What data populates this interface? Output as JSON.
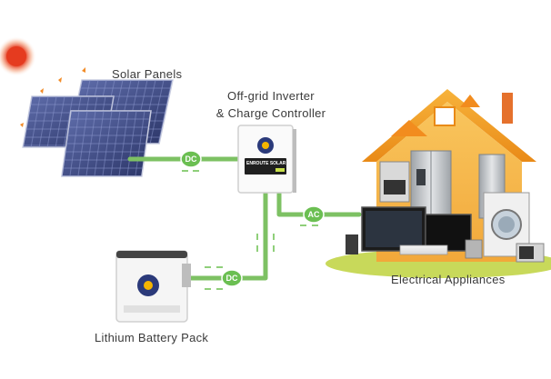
{
  "labels": {
    "solar_panels": "Solar Panels",
    "inverter_line1": "Off-grid Inverter",
    "inverter_line2": "& Charge Controller",
    "appliances": "Electrical Appliances",
    "battery": "Lithium Battery Pack"
  },
  "connections": {
    "panel_to_inverter": "DC",
    "inverter_to_battery": "DC",
    "inverter_to_appliances": "AC"
  },
  "inverter_brand": "ENROUTE SOLAR",
  "colors": {
    "cable": "#7dc163",
    "badge": "#6bbf52",
    "sun": "#e53b1f",
    "house_roof": "#f39a1f",
    "panel": "#3d4a82",
    "grass": "#c8d95a"
  },
  "icons": [
    "sun-icon",
    "solar-panel-icon",
    "inverter-icon",
    "battery-icon",
    "house-icon"
  ]
}
